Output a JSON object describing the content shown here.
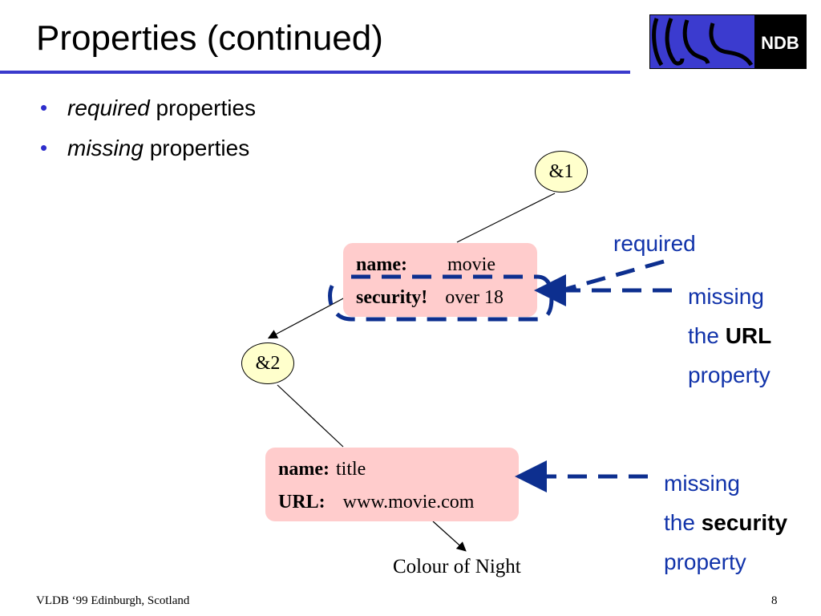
{
  "slide": {
    "title": "Properties (continued)",
    "bullets": [
      {
        "italic": "required",
        "rest": " properties"
      },
      {
        "italic": "missing",
        "rest": " properties"
      }
    ],
    "logo_text": "NDB"
  },
  "diagram": {
    "node1": "&1",
    "node2": "&2",
    "object1": {
      "row1_key": "name:",
      "row1_val": "movie",
      "row2_key": "security!",
      "row2_val": "over 18"
    },
    "object2": {
      "row1_key": "name:",
      "row1_val": "title",
      "row2_key": "URL:",
      "row2_val": "www.movie.com"
    },
    "leaf": "Colour of Night"
  },
  "annotations": {
    "required": "required",
    "missing_url": {
      "line1": "missing",
      "line2_pre": "the ",
      "line2_bold": "URL",
      "line3": "property"
    },
    "missing_security": {
      "line1": "missing",
      "line2_pre": "the ",
      "line2_bold": "security",
      "line3": "property"
    }
  },
  "footer": {
    "left": "VLDB ‘99 Edinburgh, Scotland",
    "page": "8"
  },
  "colors": {
    "accent": "#3a3acc",
    "annotation_text": "#1133aa",
    "dashed_line": "#0d2f8f",
    "node_fill": "#ffffcc",
    "box_fill": "#ffcccc"
  }
}
